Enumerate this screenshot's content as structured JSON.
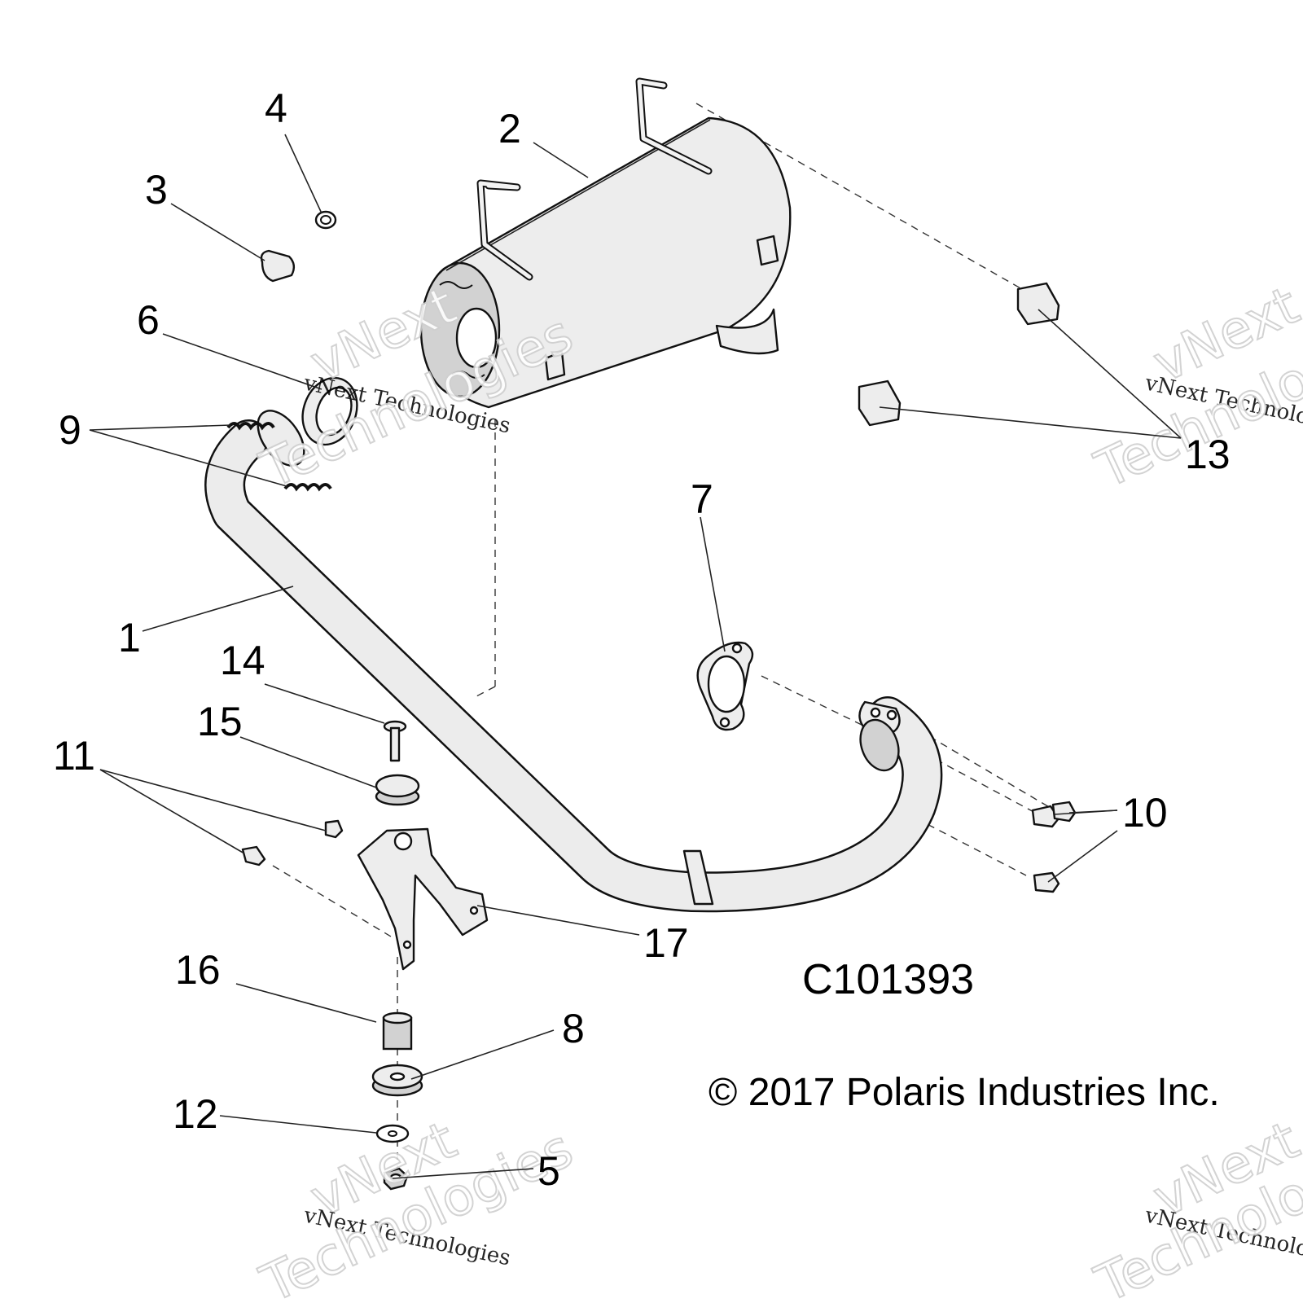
{
  "callouts": [
    {
      "id": "1",
      "label": "1"
    },
    {
      "id": "2",
      "label": "2"
    },
    {
      "id": "3",
      "label": "3"
    },
    {
      "id": "4",
      "label": "4"
    },
    {
      "id": "5",
      "label": "5"
    },
    {
      "id": "6",
      "label": "6"
    },
    {
      "id": "7",
      "label": "7"
    },
    {
      "id": "8",
      "label": "8"
    },
    {
      "id": "9",
      "label": "9"
    },
    {
      "id": "10",
      "label": "10"
    },
    {
      "id": "11",
      "label": "11"
    },
    {
      "id": "12",
      "label": "12"
    },
    {
      "id": "13",
      "label": "13"
    },
    {
      "id": "14",
      "label": "14"
    },
    {
      "id": "15",
      "label": "15"
    },
    {
      "id": "16",
      "label": "16"
    },
    {
      "id": "17",
      "label": "17"
    }
  ],
  "diagram_ref": "C101393",
  "copyright": "© 2017 Polaris Industries Inc.",
  "watermark": {
    "line1": "vNext",
    "line2": "vNext Technologies",
    "line3": "Technologies"
  }
}
